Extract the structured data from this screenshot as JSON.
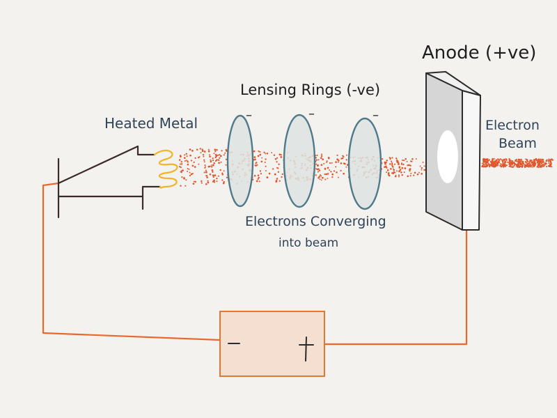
{
  "diagram": {
    "labels": {
      "heated_metal": "Heated Metal",
      "lensing_rings": "Lensing Rings (-ve)",
      "anode": "Anode (+ve)",
      "electron_beam_line1": "Electron",
      "electron_beam_line2": "Beam",
      "electrons_converging_line1": "Electrons Converging",
      "electrons_converging_line2": "into beam"
    },
    "signs": {
      "ring_charge": "–",
      "battery_negative": "–",
      "battery_positive": "+"
    },
    "colors": {
      "background": "#f4f2ef",
      "wire": "#e8692e",
      "electron_dot": "#e0562a",
      "coil": "#f0b429",
      "ring_fill": "#dde3e1",
      "ring_stroke": "#4e7a8a",
      "anode_front": "#d6d6d6",
      "anode_side": "#f7f7f7",
      "anode_hole": "#ffffff",
      "battery_fill": "#f5dfd0",
      "battery_stroke": "#e0782f",
      "filament_wire": "#3a2a2a",
      "label_text": "#2f4358"
    },
    "ring_count": 3
  }
}
